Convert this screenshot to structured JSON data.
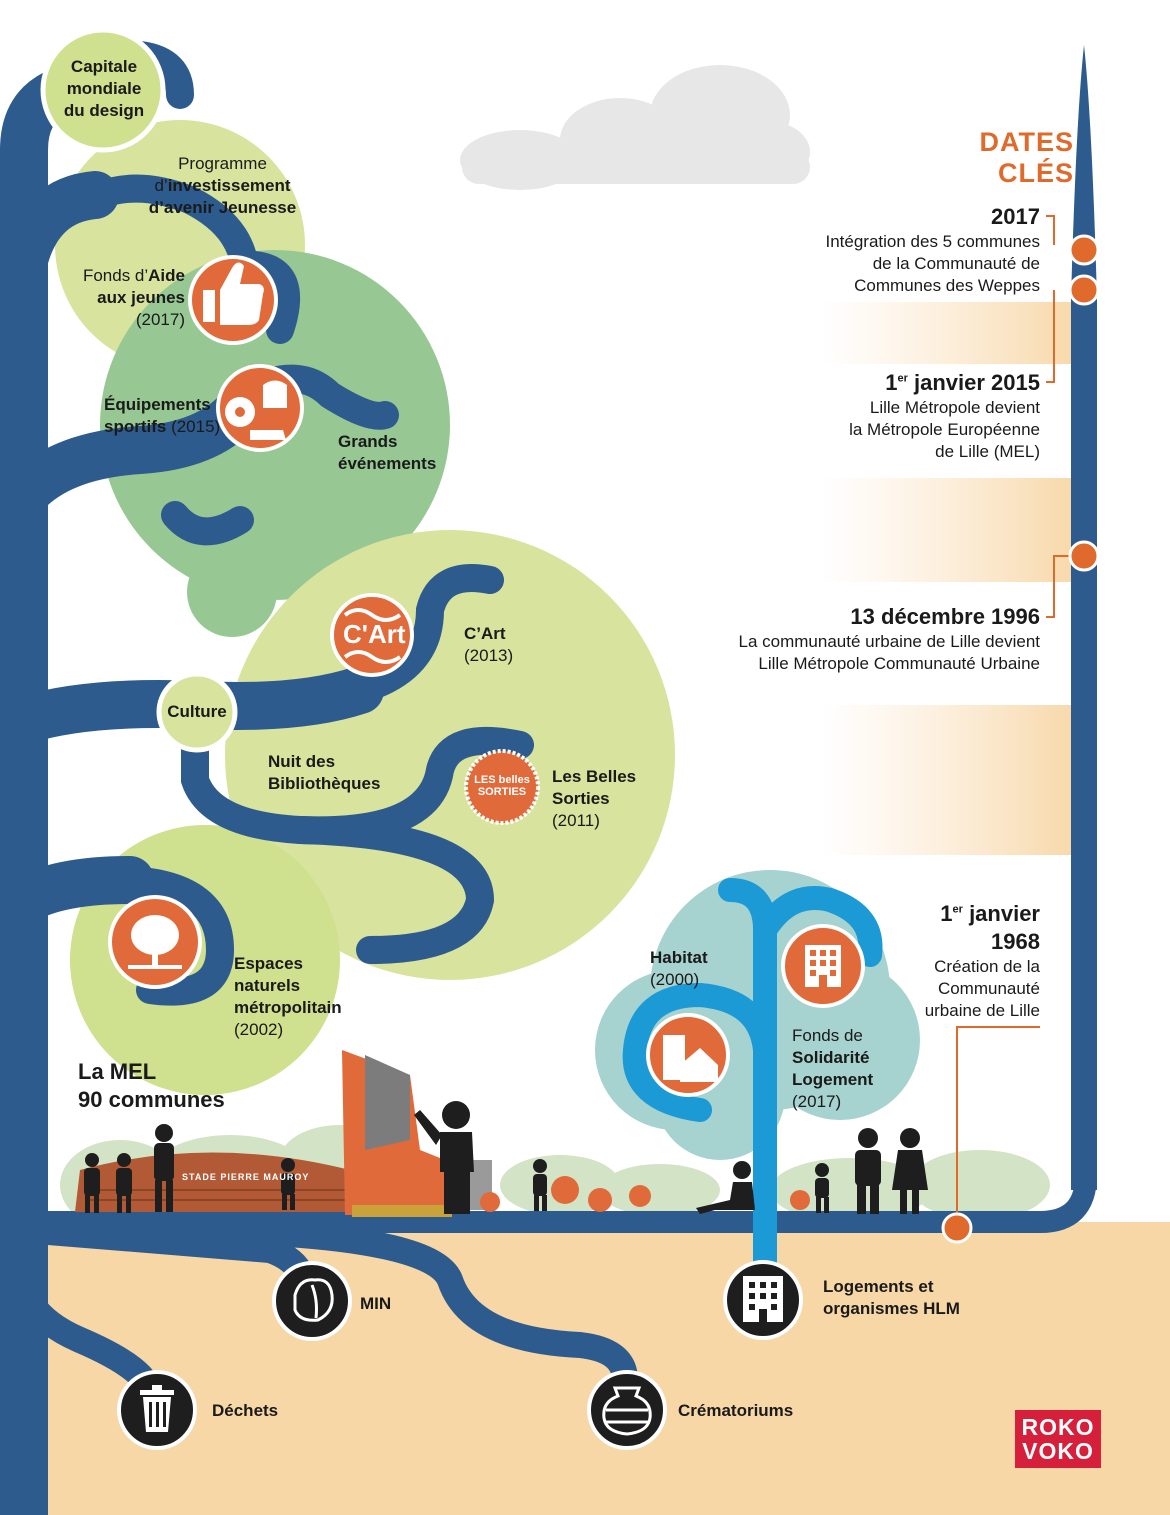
{
  "colors": {
    "tree_blue": "#2e5b8e",
    "light_green": "#d8e39e",
    "mid_green": "#97c894",
    "lime": "#cfe08e",
    "teal": "#a6d2cf",
    "river_blue": "#1b9ad6",
    "orange": "#e06a3a",
    "date_orange": "#e06a2c",
    "sand": "#f7d7a6",
    "cloud": "#e7e7e7",
    "icon_dark": "#1e1e1e"
  },
  "branches": {
    "design": {
      "text": "Capitale mondiale du design"
    },
    "investissement": {
      "pre": "Programme",
      "apos": "d’",
      "bold1": "investissement",
      "bold2": "d’avenir Jeunesse"
    },
    "fonds_aide": {
      "pre": "Fonds d’",
      "bold1": "Aide",
      "bold2": "aux jeunes",
      "year": "(2017)",
      "icon": "thumbs-up-icon"
    },
    "equipements": {
      "bold1": "Équipements",
      "bold2": "sportifs",
      "year": " (2015)",
      "icon": "sports-equipment-icon"
    },
    "grands": {
      "line1": "Grands",
      "line2": "événements"
    },
    "culture": {
      "text": "Culture"
    },
    "cart": {
      "name": "C’Art",
      "year": "(2013)",
      "logo_text": "C'Art"
    },
    "nuit": {
      "line1": "Nuit des",
      "line2": "Bibliothèques"
    },
    "belles": {
      "line1": "Les Belles",
      "line2": "Sorties",
      "year": "(2011)",
      "logo_line1": "LES belles",
      "logo_line2": "SORTIES"
    },
    "espaces": {
      "line1": "Espaces",
      "line2": "naturels",
      "line3": "métropolitain",
      "year": "(2002)",
      "icon": "tree-icon"
    },
    "habitat": {
      "line1": "Habitat",
      "year": "(2000)",
      "icon": "house-icon"
    },
    "fonds_solidarite": {
      "pre": "Fonds de",
      "bold1": "Solidarité",
      "bold2": "Logement",
      "year": "(2017)",
      "icon": "apartment-building-icon"
    }
  },
  "mel": {
    "line1": "La MEL",
    "line2": "90 communes"
  },
  "stadium_label": "STADE PIERRE MAUROY",
  "roots": [
    {
      "label": "MIN",
      "icon": "lettuce-icon"
    },
    {
      "label": "Déchets",
      "icon": "trash-can-icon"
    },
    {
      "label": "Crématoriums",
      "icon": "urn-icon"
    },
    {
      "label_line1": "Logements et",
      "label_line2": "organismes HLM",
      "icon": "building-icon"
    }
  ],
  "dates": {
    "title_line1": "DATES",
    "title_line2": "CLÉS",
    "entries": [
      {
        "year": "2017",
        "lines": [
          "Intégration des 5 communes",
          "de la Communauté de",
          "Communes des Weppes"
        ]
      },
      {
        "num": "1",
        "sup": "er",
        "rest": " janvier 2015",
        "lines": [
          "Lille Métropole devient",
          "la Métropole Européenne",
          "de Lille (MEL)"
        ]
      },
      {
        "year": "13 décembre 1996",
        "lines": [
          "La communauté urbaine de Lille devient",
          "Lille Métropole Communauté Urbaine"
        ]
      },
      {
        "num": "1",
        "sup": "er",
        "rest": " janvier",
        "year2": "1968",
        "lines": [
          "Création de la",
          "Communauté",
          "urbaine de Lille"
        ]
      }
    ]
  },
  "logo": {
    "line1": "ROKO",
    "line2": "VOKO"
  }
}
